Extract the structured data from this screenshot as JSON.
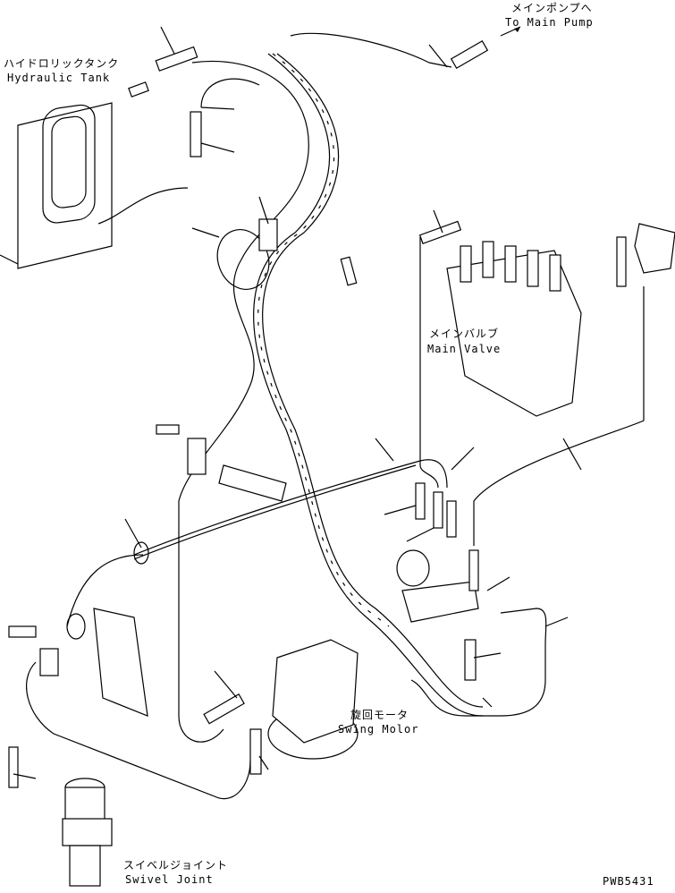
{
  "labels": {
    "main_pump_jp": "メインポンプへ",
    "main_pump_en": "To Main Pump",
    "tank_jp": "ハイドロリックタンク",
    "tank_en": "Hydraulic Tank",
    "valve_jp": "メインバルブ",
    "valve_en": "Main Valve",
    "swing_jp": "旋回モータ",
    "swing_en": "Swing Molor",
    "swivel_jp": "スイベルジョイント",
    "swivel_en": "Swivel Joint"
  },
  "drawing_number": "PWB5431"
}
